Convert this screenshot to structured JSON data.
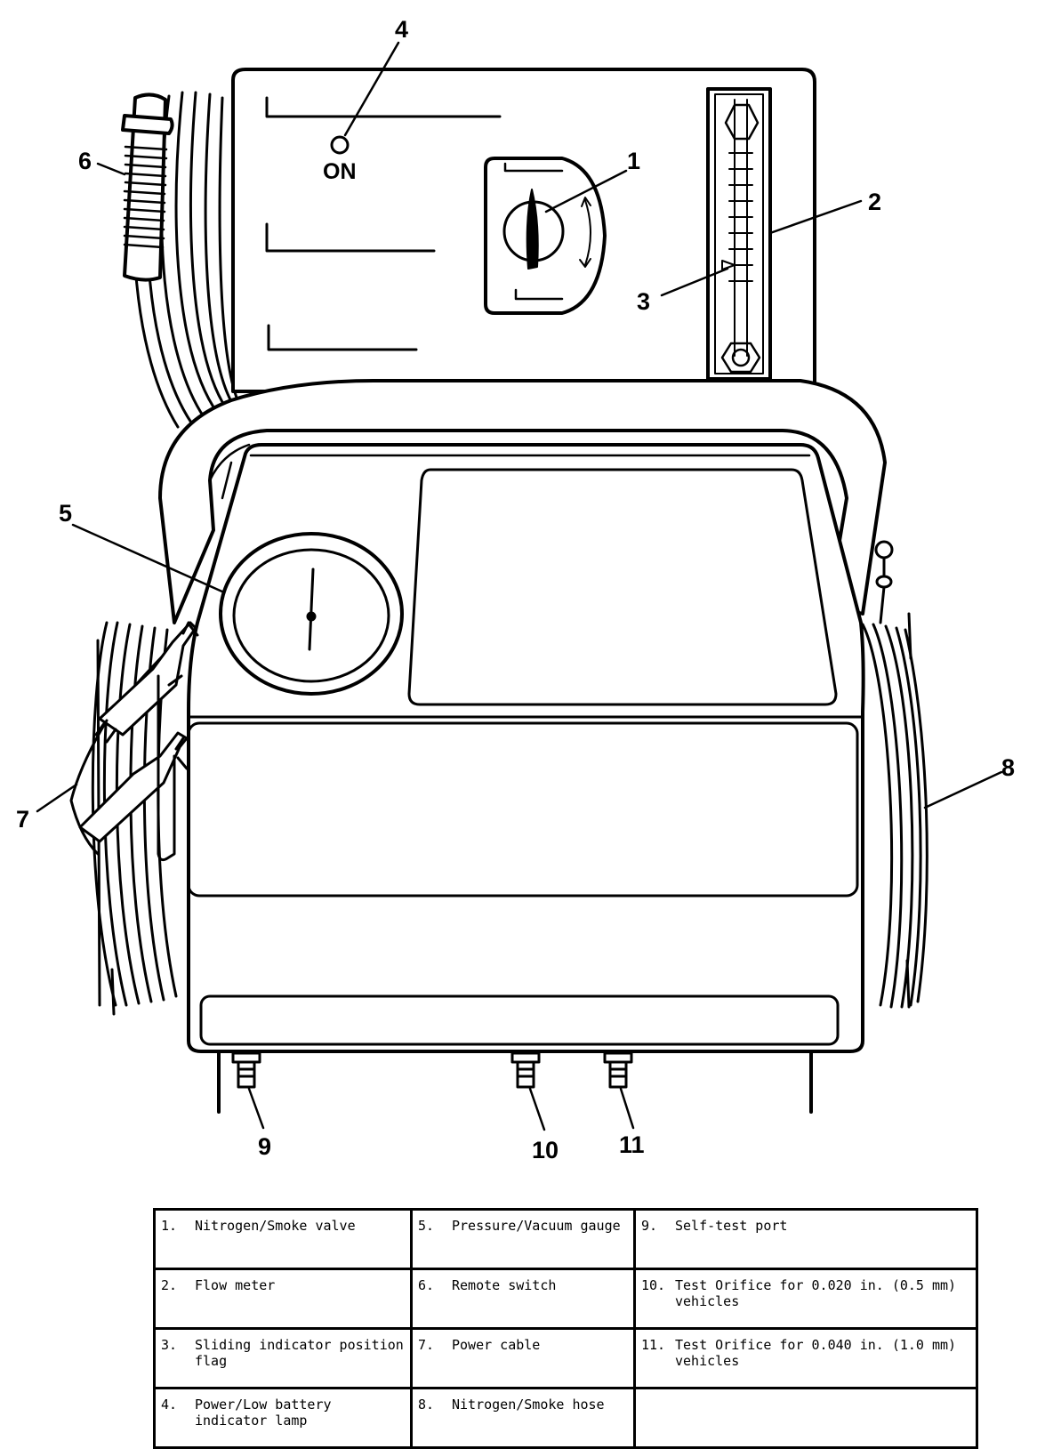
{
  "panel": {
    "on_label": "ON"
  },
  "callouts": [
    "1",
    "2",
    "3",
    "4",
    "5",
    "6",
    "7",
    "8",
    "9",
    "10",
    "11"
  ],
  "legend": {
    "rows": [
      [
        {
          "num": "1.",
          "label": "Nitrogen/Smoke valve"
        },
        {
          "num": "5.",
          "label": "Pressure/Vacuum gauge"
        },
        {
          "num": "9.",
          "label": "Self-test port"
        }
      ],
      [
        {
          "num": "2.",
          "label": "Flow meter"
        },
        {
          "num": "6.",
          "label": "Remote switch"
        },
        {
          "num": "10.",
          "label": "Test Orifice for 0.020 in. (0.5 mm) vehicles"
        }
      ],
      [
        {
          "num": "3.",
          "label": "Sliding indicator position flag"
        },
        {
          "num": "7.",
          "label": "Power cable"
        },
        {
          "num": "11.",
          "label": "Test Orifice for 0.040 in. (1.0 mm) vehicles"
        }
      ],
      [
        {
          "num": "4.",
          "label": "Power/Low battery indicator lamp"
        },
        {
          "num": "8.",
          "label": "Nitrogen/Smoke hose"
        },
        {
          "num": "",
          "label": ""
        }
      ]
    ]
  }
}
